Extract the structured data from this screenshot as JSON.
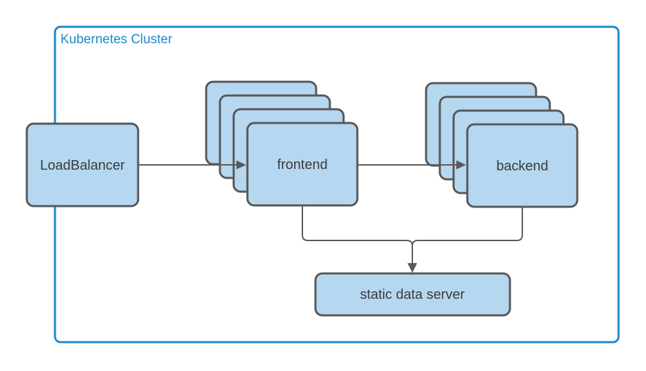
{
  "diagram": {
    "cluster_label": "Kubernetes Cluster",
    "nodes": {
      "loadbalancer": {
        "label": "LoadBalancer",
        "replica_cards": 1
      },
      "frontend": {
        "label": "frontend",
        "replica_cards": 4
      },
      "backend": {
        "label": "backend",
        "replica_cards": 4
      },
      "static_data_server": {
        "label": "static data server",
        "replica_cards": 1
      }
    },
    "edges": [
      {
        "from": "loadbalancer",
        "to": "frontend",
        "arrow": true
      },
      {
        "from": "frontend",
        "to": "backend",
        "arrow": true
      },
      {
        "from": "frontend",
        "to": "static_data_server",
        "arrow": true
      },
      {
        "from": "backend",
        "to": "static_data_server",
        "arrow": true
      }
    ],
    "colors": {
      "cluster_border": "#1e88c7",
      "node_fill": "#b5d7f0",
      "node_border": "#575757",
      "connector": "#595959",
      "text_color": "#3b3b3b"
    }
  }
}
